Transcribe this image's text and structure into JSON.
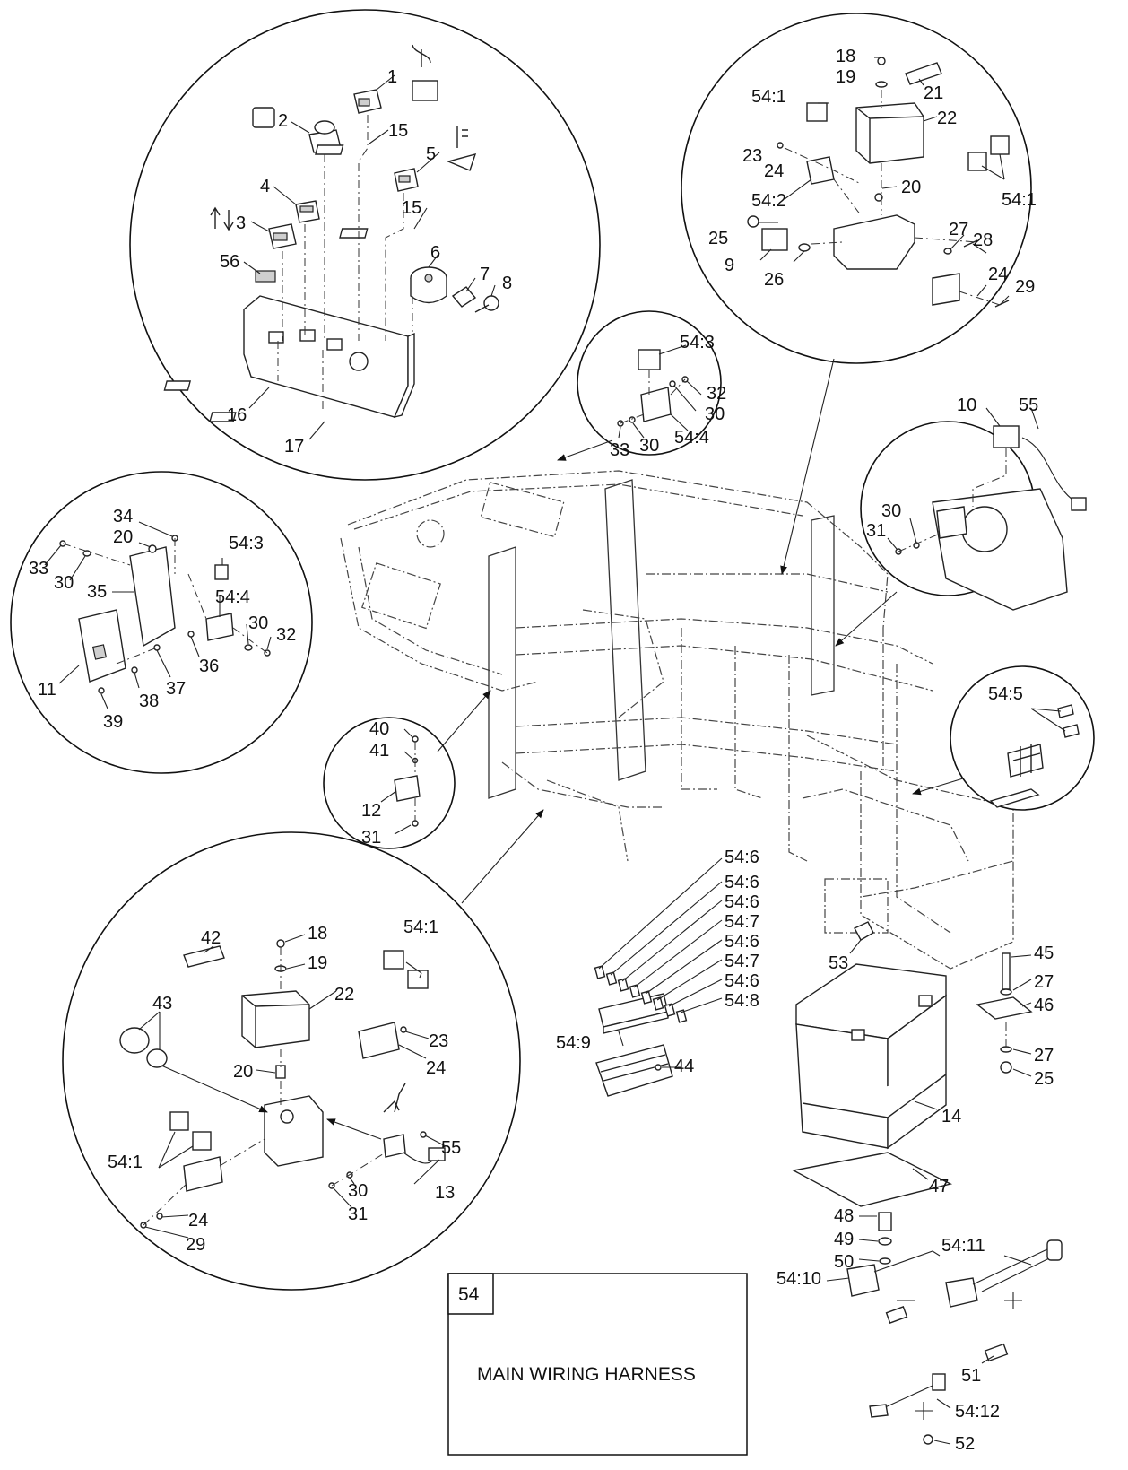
{
  "labels": {
    "tl": {
      "p1": "1",
      "p2": "2",
      "p3": "3",
      "p4": "4",
      "p5": "5",
      "p6": "6",
      "p7": "7",
      "p8": "8",
      "p15a": "15",
      "p15b": "15",
      "p16": "16",
      "p17": "17",
      "p56": "56"
    },
    "tr": {
      "p18": "18",
      "p19": "19",
      "p21": "21",
      "p22": "22",
      "p5411a": "54:1",
      "p23": "23",
      "p24a": "24",
      "p542": "54:2",
      "p20": "20",
      "p5411b": "54:1",
      "p25": "25",
      "p9": "9",
      "p26": "26",
      "p27": "27",
      "p28": "28",
      "p24b": "24",
      "p29": "29"
    },
    "relay": {
      "p543": "54:3",
      "p32": "32",
      "p30a": "30",
      "p544": "54:4",
      "p33": "33",
      "p30b": "30"
    },
    "sensor": {
      "p10": "10",
      "p55": "55",
      "p30": "30",
      "p31": "31"
    },
    "ml": {
      "p34": "34",
      "p20": "20",
      "p543": "54:3",
      "p33": "33",
      "p30a": "30",
      "p35": "35",
      "p544": "54:4",
      "p30b": "30",
      "p32": "32",
      "p36": "36",
      "p11": "11",
      "p38": "38",
      "p37": "37",
      "p39": "39"
    },
    "fuse": {
      "p545": "54:5"
    },
    "small": {
      "p40": "40",
      "p41": "41",
      "p12": "12",
      "p31": "31"
    },
    "bl": {
      "p42": "42",
      "p18": "18",
      "p19": "19",
      "p5411": "54:1",
      "p22": "22",
      "p43": "43",
      "p23": "23",
      "p24a": "24",
      "p20": "20",
      "p5412": "54:1",
      "p55": "55",
      "p30": "30",
      "p13": "13",
      "p31": "31",
      "p24b": "24",
      "p29": "29"
    },
    "fusebox": {
      "a": "54:6",
      "b": "54:6",
      "c": "54:6",
      "d": "54:7",
      "e": "54:6",
      "f": "54:7",
      "g": "54:6",
      "h": "54:8",
      "p549": "54:9",
      "p44": "44"
    },
    "battery": {
      "p53": "53",
      "p45": "45",
      "p27a": "27",
      "p46": "46",
      "p27b": "27",
      "p25": "25",
      "p14": "14",
      "p47": "47",
      "p48": "48",
      "p49": "49",
      "p50": "50",
      "p5410": "54:10",
      "p5411": "54:11",
      "p51": "51",
      "p5412": "54:12",
      "p52": "52"
    }
  },
  "harness_box": {
    "number": "54",
    "title": "MAIN WIRING HARNESS"
  }
}
